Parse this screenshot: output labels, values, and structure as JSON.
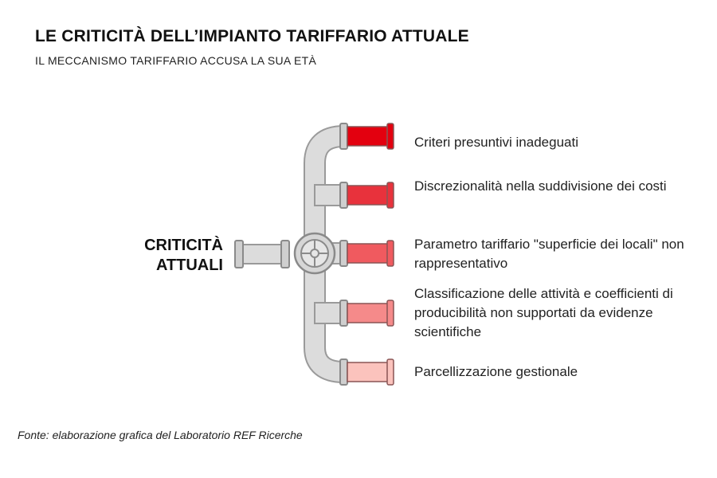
{
  "title": "LE CRITICITÀ DELL’IMPIANTO TARIFFARIO ATTUALE",
  "subtitle": "IL MECCANISMO TARIFFARIO ACCUSA LA SUA ETÀ",
  "center_label": [
    "CRITICITÀ",
    "ATTUALI"
  ],
  "items": [
    {
      "text": "Criteri presuntivi inadeguati",
      "color": "#e3000f"
    },
    {
      "text": "Discrezionalità nella suddivisione dei costi",
      "color": "#e8323c"
    },
    {
      "text": "Parametro tariffario  \"superficie dei locali\" non rappresentativo",
      "color": "#f05a5f"
    },
    {
      "text": "Classificazione delle attività e coefficienti di producibilità non supportati da evidenze scientifiche",
      "color": "#f58a8a"
    },
    {
      "text": "Parcellizzazione gestionale",
      "color": "#fbc3bd"
    }
  ],
  "source": "Fonte: elaborazione grafica del Laboratorio REF Ricerche"
}
